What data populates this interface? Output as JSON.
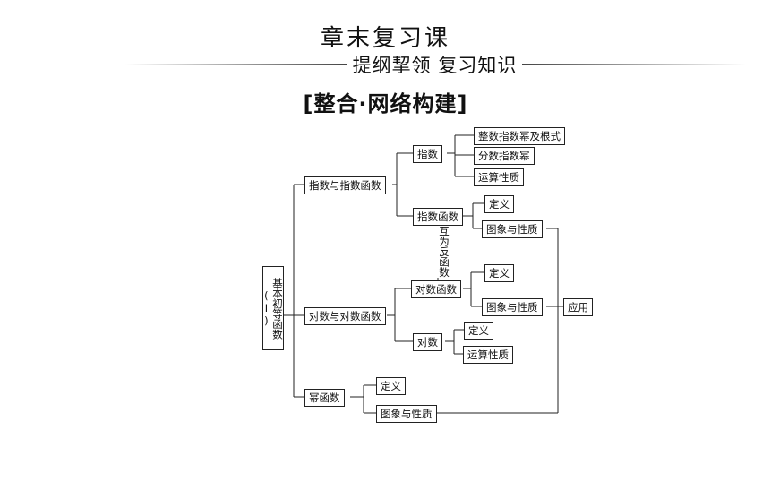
{
  "header": {
    "title": "章末复习课",
    "subtitle": "提纲挈领 复习知识",
    "section_heading": "[整合·网络构建]"
  },
  "diagram": {
    "root": "基本初等函数(Ⅰ)",
    "branch_exp": "指数与指数函数",
    "exp": "指数",
    "exp_child_1": "整数指数幂及根式",
    "exp_child_2": "分数指数幂",
    "exp_child_3": "运算性质",
    "exp_func": "指数函数",
    "exp_func_def": "定义",
    "exp_func_graph": "图象与性质",
    "inverse_label": "互为反函数",
    "branch_log": "对数与对数函数",
    "log_func": "对数函数",
    "log_func_def": "定义",
    "log_func_graph": "图象与性质",
    "log": "对数",
    "log_def": "定义",
    "log_ops": "运算性质",
    "application": "应用",
    "branch_power": "幂函数",
    "power_def": "定义",
    "power_graph": "图象与性质"
  }
}
